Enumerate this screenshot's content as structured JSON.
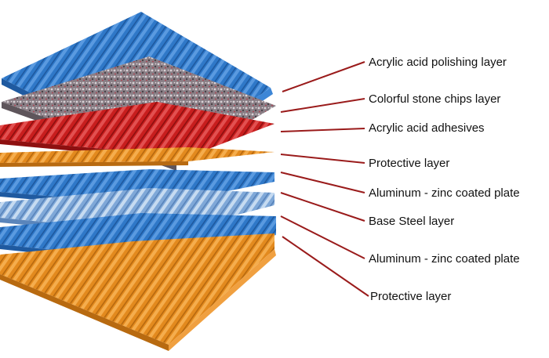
{
  "labels": [
    "Acrylic acid polishing layer",
    "Colorful stone chips layer",
    "Acrylic acid adhesives",
    "Protective layer",
    "Aluminum - zinc coated plate",
    "Base Steel layer",
    "Aluminum - zinc coated plate",
    "Protective layer"
  ],
  "colors": {
    "blue": "#2f78c8",
    "light_blue": "#7fa8d8",
    "red": "#c81e1e",
    "orange": "#e38a1e",
    "stone": "#8a7f86",
    "leader": "#9a1b1b"
  }
}
